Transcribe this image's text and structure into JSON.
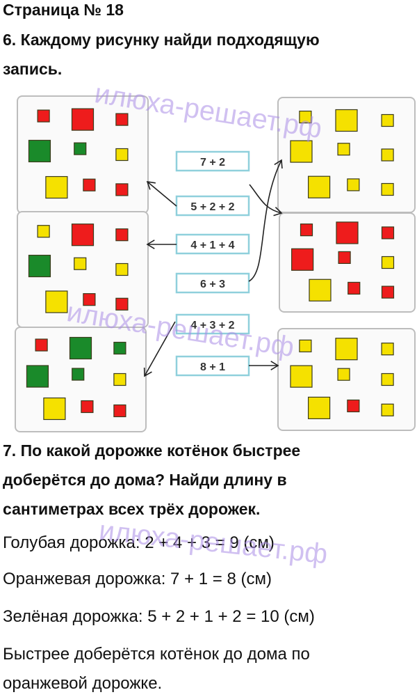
{
  "header": {
    "page_label": "Страница № 18"
  },
  "task6": {
    "title_line1": "6. Каждому рисунку найди подходящую",
    "title_line2": "запись.",
    "expressions": [
      "7 + 2",
      "5 + 2 + 2",
      "4 + 1 + 4",
      "6 + 3",
      "4 + 3 + 2",
      "8 + 1"
    ],
    "colors": {
      "red": "#ee1c1c",
      "green": "#1a8a2a",
      "yellow": "#f5e100",
      "frame": "#8fd0dc"
    },
    "panels": [
      {
        "id": "left-1",
        "squares": [
          [
            "r",
            "s"
          ],
          [
            "r",
            "b"
          ],
          [
            "r",
            "s"
          ],
          [
            "g",
            "b"
          ],
          [
            "g",
            "s"
          ],
          [
            "y",
            "s"
          ],
          [
            "y",
            "b"
          ],
          [
            "r",
            "s"
          ],
          [
            "r",
            "s"
          ]
        ]
      },
      {
        "id": "left-2",
        "squares": [
          [
            "y",
            "s"
          ],
          [
            "r",
            "b"
          ],
          [
            "r",
            "s"
          ],
          [
            "g",
            "b"
          ],
          [
            "y",
            "s"
          ],
          [
            "y",
            "s"
          ],
          [
            "y",
            "b"
          ],
          [
            "r",
            "s"
          ],
          [
            "r",
            "s"
          ]
        ]
      },
      {
        "id": "left-3",
        "squares": [
          [
            "r",
            "s"
          ],
          [
            "g",
            "b"
          ],
          [
            "g",
            "s"
          ],
          [
            "g",
            "b"
          ],
          [
            "g",
            "s"
          ],
          [
            "y",
            "s"
          ],
          [
            "y",
            "b"
          ],
          [
            "r",
            "s"
          ],
          [
            "r",
            "s"
          ]
        ]
      },
      {
        "id": "right-1",
        "squares": [
          [
            "y",
            "s"
          ],
          [
            "y",
            "b"
          ],
          [
            "y",
            "s"
          ],
          [
            "y",
            "b"
          ],
          [
            "y",
            "s"
          ],
          [
            "y",
            "s"
          ],
          [
            "y",
            "b"
          ],
          [
            "y",
            "s"
          ],
          [
            "y",
            "s"
          ]
        ]
      },
      {
        "id": "right-2",
        "squares": [
          [
            "r",
            "s"
          ],
          [
            "r",
            "b"
          ],
          [
            "r",
            "s"
          ],
          [
            "r",
            "b"
          ],
          [
            "r",
            "s"
          ],
          [
            "y",
            "s"
          ],
          [
            "y",
            "b"
          ],
          [
            "r",
            "s"
          ],
          [
            "r",
            "s"
          ]
        ]
      },
      {
        "id": "right-3",
        "squares": [
          [
            "y",
            "s"
          ],
          [
            "y",
            "b"
          ],
          [
            "y",
            "s"
          ],
          [
            "y",
            "b"
          ],
          [
            "y",
            "s"
          ],
          [
            "y",
            "s"
          ],
          [
            "y",
            "b"
          ],
          [
            "r",
            "s"
          ],
          [
            "y",
            "s"
          ]
        ]
      }
    ]
  },
  "task7": {
    "title_line1": "7. По какой дорожке котёнок быстрее",
    "title_line2": "доберётся до дома? Найди длину в",
    "title_line3": "сантиметрах всех трёх дорожек.",
    "answers": [
      "Голубая дорожка: 2 + 4 + 3 = 9 (см)",
      "Оранжевая дорожка: 7 + 1 = 8 (см)",
      "Зелёная дорожка: 5 + 2 + 1 + 2 = 10 (см)",
      "Быстрее доберётся котёнок до дома по",
      "оранжевой дорожке."
    ]
  },
  "watermark": "илюха-решает.рф"
}
